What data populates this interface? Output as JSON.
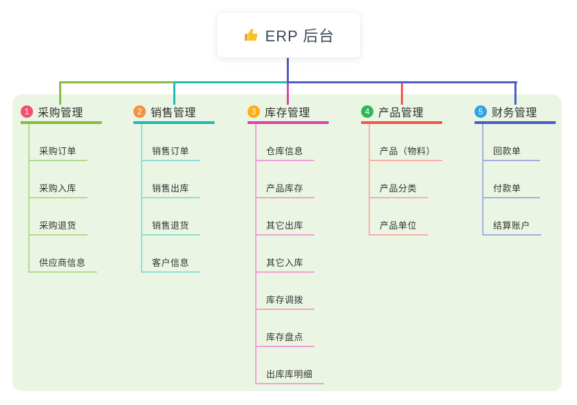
{
  "root": {
    "label": "ERP 后台",
    "icon": "thumbs-up-icon",
    "connector_color": "#4a5cc5"
  },
  "panel": {
    "background": "#eaf6e3"
  },
  "branches": [
    {
      "number": "1",
      "label": "采购管理",
      "badge_color": "#f2506e",
      "line_color": "#84bb40",
      "child_line_color": "#b5d98e",
      "children": [
        "采购订单",
        "采购入库",
        "采购退货",
        "供应商信息"
      ]
    },
    {
      "number": "2",
      "label": "销售管理",
      "badge_color": "#f78d3f",
      "line_color": "#1fb9b2",
      "child_line_color": "#8fdcd6",
      "children": [
        "销售订单",
        "销售出库",
        "销售退货",
        "客户信息"
      ]
    },
    {
      "number": "3",
      "label": "库存管理",
      "badge_color": "#fbae17",
      "line_color": "#d944a5",
      "child_line_color": "#f0a0d4",
      "children": [
        "仓库信息",
        "产品库存",
        "其它出库",
        "其它入库",
        "库存调拨",
        "库存盘点",
        "出库库明细"
      ]
    },
    {
      "number": "4",
      "label": "产品管理",
      "badge_color": "#2fb857",
      "line_color": "#f4544d",
      "child_line_color": "#f9ada8",
      "children": [
        "产品（物料）",
        "产品分类",
        "产品单位"
      ]
    },
    {
      "number": "5",
      "label": "财务管理",
      "badge_color": "#2ba3e6",
      "line_color": "#4a5cc5",
      "child_line_color": "#a3aede",
      "children": [
        "回款单",
        "付款单",
        "结算账户"
      ]
    }
  ]
}
